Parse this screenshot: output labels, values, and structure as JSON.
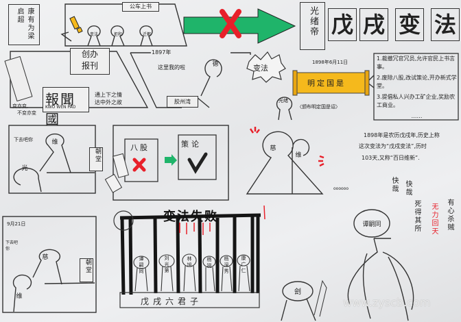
{
  "title": [
    "戊",
    "戌",
    "变",
    "法"
  ],
  "emperor_label": "光绪帝",
  "colors": {
    "accent_green": "#1fb46a",
    "accent_red": "#e8202a",
    "scroll_yellow": "#f5b91c",
    "ink": "#222222"
  },
  "panel_reformers": {
    "label": "康有为梁启超"
  },
  "panel_petition": {
    "title": "公车上书",
    "heads": [
      "变法",
      "拒和",
      "迁都"
    ]
  },
  "panel_newspaper": {
    "title_line1": "创办",
    "title_line2": "报刊",
    "paper_name": "報聞國",
    "paper_pinyin": "KWO WEN PAO",
    "slogan_line1": "通上下之情",
    "slogan_line2": "达中外之故",
    "quote_line1": "变亦变,",
    "quote_line2": "不变亦变"
  },
  "panel_1897": {
    "year": "1897年",
    "speech": "这里我的啦",
    "head": "德",
    "place": "胶州湾"
  },
  "panel_edict": {
    "burst": "变法",
    "date": "1898年6月11日",
    "scroll": "明定国是",
    "head": "光绪",
    "caption": "〈颁布明定国是诏〉",
    "measures": [
      "1.裁撤冗官冗员,允许官民上书言事。",
      "2.废除八股,改试策论,开办新式学堂。",
      "3.提倡私人兴办工矿企业,奖励农工商业。",
      "……"
    ]
  },
  "panel_court": {
    "speech": "下去吧你",
    "head_standing": "维",
    "head_fallen": "光",
    "sign": "朝堂"
  },
  "panel_exam": {
    "old": "八股",
    "new": "策论"
  },
  "panel_cixi": {
    "heads": [
      "慈",
      "维"
    ],
    "trail": "oooooo"
  },
  "summary": {
    "line1": "1898年是农历戊戌年,历史上称",
    "line2": "这次变法为“戊戌变法”,历时",
    "line3": "103天,又称“百日维新”."
  },
  "poem": {
    "col1": "快哉",
    "col2": "快哉",
    "col3": "死得其所",
    "col4": "无力回天",
    "col5": "有心杀贼"
  },
  "tan": {
    "head": "谭嗣同"
  },
  "panel_coup": {
    "date": "9月21日",
    "speech": "下去吧你",
    "head_standing": "慈",
    "head_fallen": "维",
    "sign": "朝堂"
  },
  "cage": {
    "heading": "变法失败",
    "names": [
      "谭嗣同",
      "刘光第",
      "林旭",
      "杨锐",
      "杨深秀",
      "康广仁"
    ],
    "base": "戊戌六君子"
  },
  "executioner": {
    "head": "刽"
  },
  "watermark": "www.zyscb.com"
}
